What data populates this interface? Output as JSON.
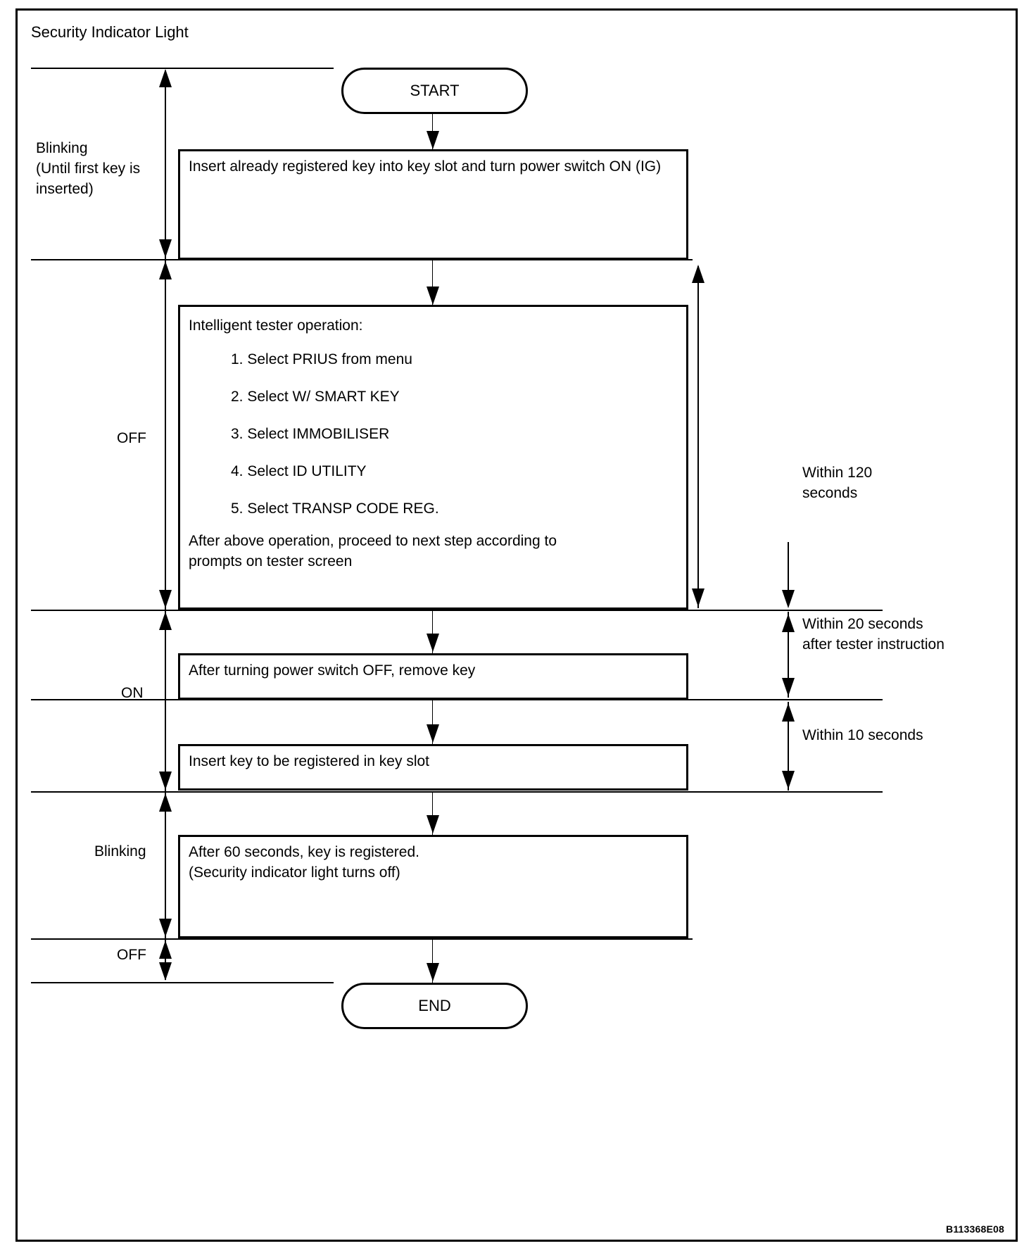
{
  "diagram": {
    "title": "Security Indicator Light",
    "reference_code": "B113368E08",
    "terminators": {
      "start": "START",
      "end": "END"
    },
    "steps": [
      {
        "id": "insert-registered-key",
        "text": "Insert already registered key into key slot and turn power switch ON (IG)"
      },
      {
        "id": "tester-operation",
        "heading": "Intelligent tester operation:",
        "items": [
          "1. Select PRIUS from menu",
          "2. Select W/ SMART KEY",
          "3. Select IMMOBILISER",
          "4. Select ID UTILITY",
          "5. Select TRANSP CODE REG."
        ],
        "footer": "After above operation, proceed to next step according to prompts on tester screen"
      },
      {
        "id": "power-off-remove-key",
        "text": "After turning power switch OFF, remove key"
      },
      {
        "id": "insert-new-key",
        "text": "Insert key to be registered in key slot"
      },
      {
        "id": "key-registered",
        "text": "After 60 seconds, key is registered.\n(Security indicator light turns off)"
      }
    ],
    "indicator_states": [
      {
        "id": "state-blinking-first",
        "text": "Blinking\n(Until first key is inserted)"
      },
      {
        "id": "state-off",
        "text": "OFF"
      },
      {
        "id": "state-on",
        "text": "ON"
      },
      {
        "id": "state-blinking",
        "text": "Blinking"
      },
      {
        "id": "state-off-final",
        "text": "OFF"
      }
    ],
    "timing_notes": [
      {
        "id": "within-120",
        "text": "Within 120\nseconds"
      },
      {
        "id": "within-20",
        "text": "Within 20 seconds\nafter tester instruction"
      },
      {
        "id": "within-10",
        "text": "Within 10 seconds"
      }
    ]
  }
}
